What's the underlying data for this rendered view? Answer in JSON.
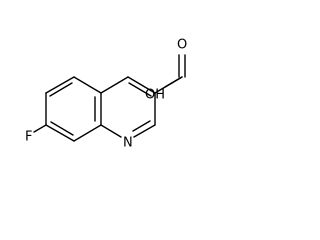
{
  "structure": {
    "atoms": {
      "fluorine": "F",
      "nitrogen": "N",
      "carbonyl_oxygen": "O",
      "hydroxyl": "OH"
    },
    "colors": {
      "bond": "#000000",
      "label": "#000000",
      "background": "#ffffff"
    }
  }
}
